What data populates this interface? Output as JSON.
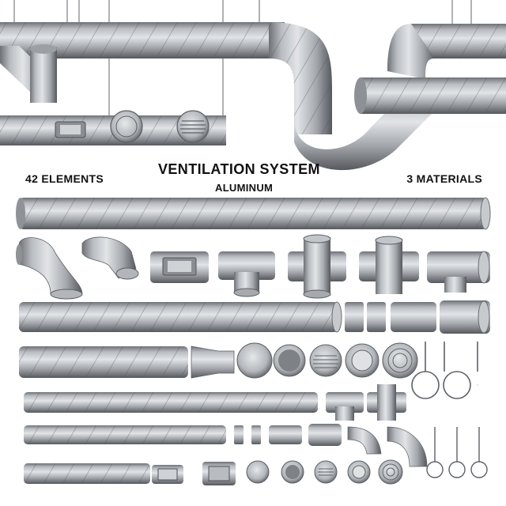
{
  "header": {
    "elements_count": "42 ELEMENTS",
    "title": "VENTILATION SYSTEM",
    "material": "ALUMINUM",
    "materials_count": "3 MATERIALS"
  },
  "colors": {
    "metal_light": "#c9ccd0",
    "metal_mid": "#9ea2a7",
    "metal_dark": "#5e6267",
    "background": "#ffffff"
  }
}
